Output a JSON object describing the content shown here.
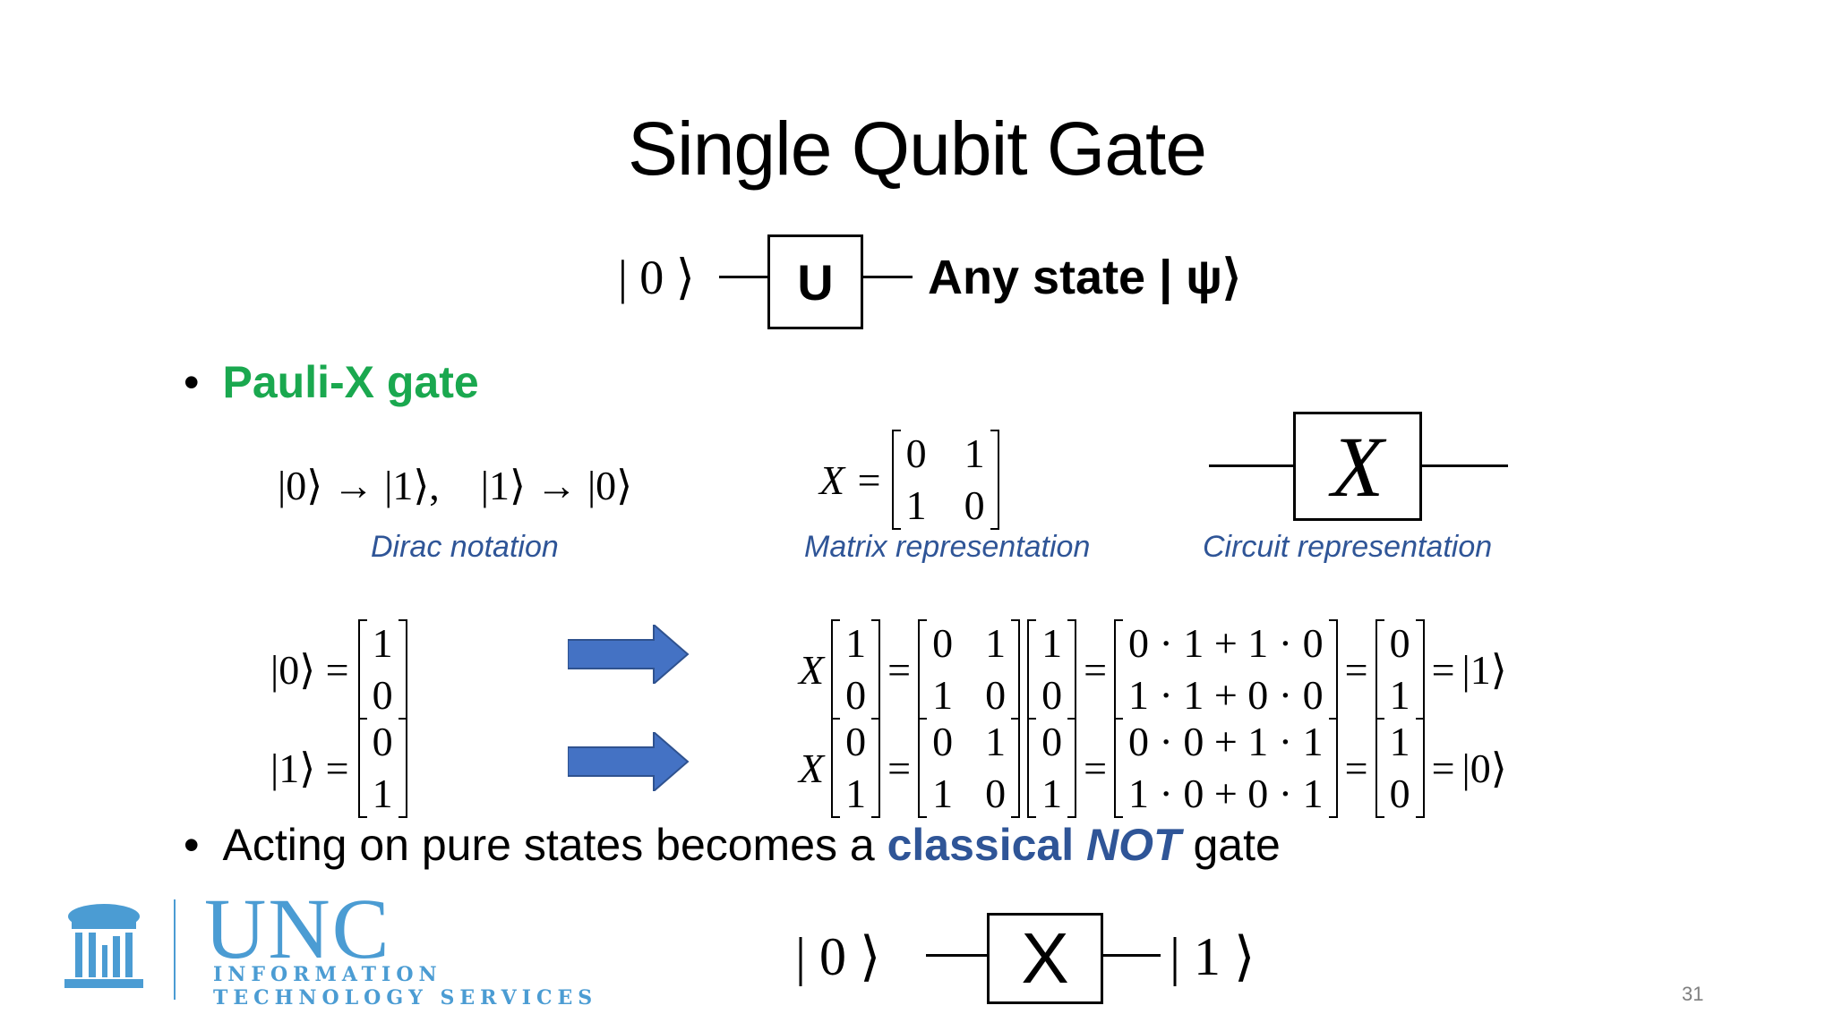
{
  "slide": {
    "title": "Single Qubit Gate",
    "page_number": "31"
  },
  "top_circuit": {
    "input": "| 0 ⟩",
    "gate": "U",
    "output": "Any state | ψ⟩"
  },
  "pauli": {
    "bullet": "•",
    "heading": "Pauli-X gate",
    "dirac": "|0⟩ → |1⟩,    |1⟩ → |0⟩",
    "matrix_lhs": "X =",
    "matrix": [
      [
        "0",
        "1"
      ],
      [
        "1",
        "0"
      ]
    ],
    "circuit_gate": "X",
    "captions": {
      "dirac": "Dirac notation",
      "matrix": "Matrix representation",
      "circuit": "Circuit representation"
    }
  },
  "state_vectors": [
    {
      "lhs": "|0⟩ =",
      "vec": [
        "1",
        "0"
      ]
    },
    {
      "lhs": "|1⟩ =",
      "vec": [
        "0",
        "1"
      ]
    }
  ],
  "computations": [
    {
      "x": "X",
      "vec": [
        "1",
        "0"
      ],
      "eq": "=",
      "mat": [
        [
          "0",
          "1"
        ],
        [
          "1",
          "0"
        ]
      ],
      "vec2": [
        "1",
        "0"
      ],
      "expr": [
        "0 · 1 + 1 · 0",
        "1 · 1 + 0 · 0"
      ],
      "res": [
        "0",
        "1"
      ],
      "ket": "|1⟩"
    },
    {
      "x": "X",
      "vec": [
        "0",
        "1"
      ],
      "eq": "=",
      "mat": [
        [
          "0",
          "1"
        ],
        [
          "1",
          "0"
        ]
      ],
      "vec2": [
        "0",
        "1"
      ],
      "expr": [
        "0 · 0 + 1 · 1",
        "1 · 0 + 0 · 1"
      ],
      "res": [
        "1",
        "0"
      ],
      "ket": "|0⟩"
    }
  ],
  "arrow_color": "#4472c4",
  "not_bullet": {
    "bullet": "•",
    "text_before": "Acting on pure states becomes a ",
    "highlight": "classical ",
    "highlight_italic": "NOT",
    "text_after": " gate"
  },
  "bottom_circuit": {
    "input": "| 0 ⟩",
    "gate": "X",
    "output": "| 1 ⟩"
  },
  "logo": {
    "name": "UNC",
    "line1": "INFORMATION",
    "line2": "TECHNOLOGY SERVICES",
    "color": "#4b9cd3"
  }
}
